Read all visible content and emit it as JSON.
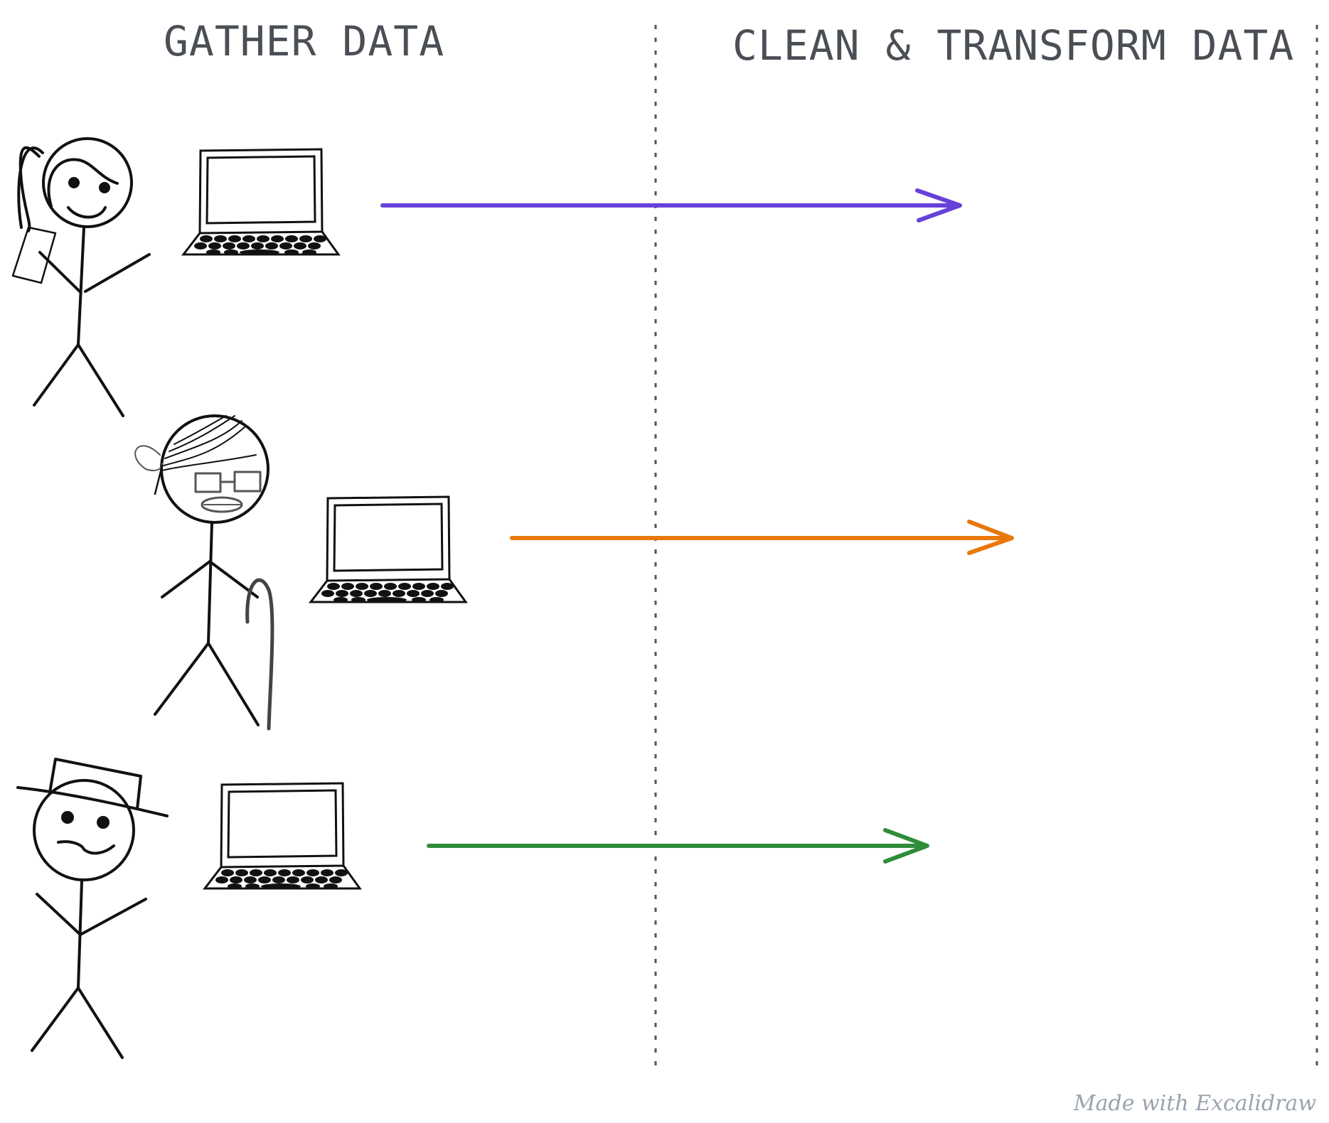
{
  "columns": {
    "gather": "GATHER DATA",
    "clean": "CLEAN & TRANSFORM DATA"
  },
  "arrows": {
    "top_color": "#6741d9",
    "middle_color": "#e8780b",
    "bottom_color": "#2f8c3a"
  },
  "figures": [
    "person-with-phone",
    "person-with-cane",
    "person-with-hat"
  ],
  "footer": "Made with Excalidraw"
}
